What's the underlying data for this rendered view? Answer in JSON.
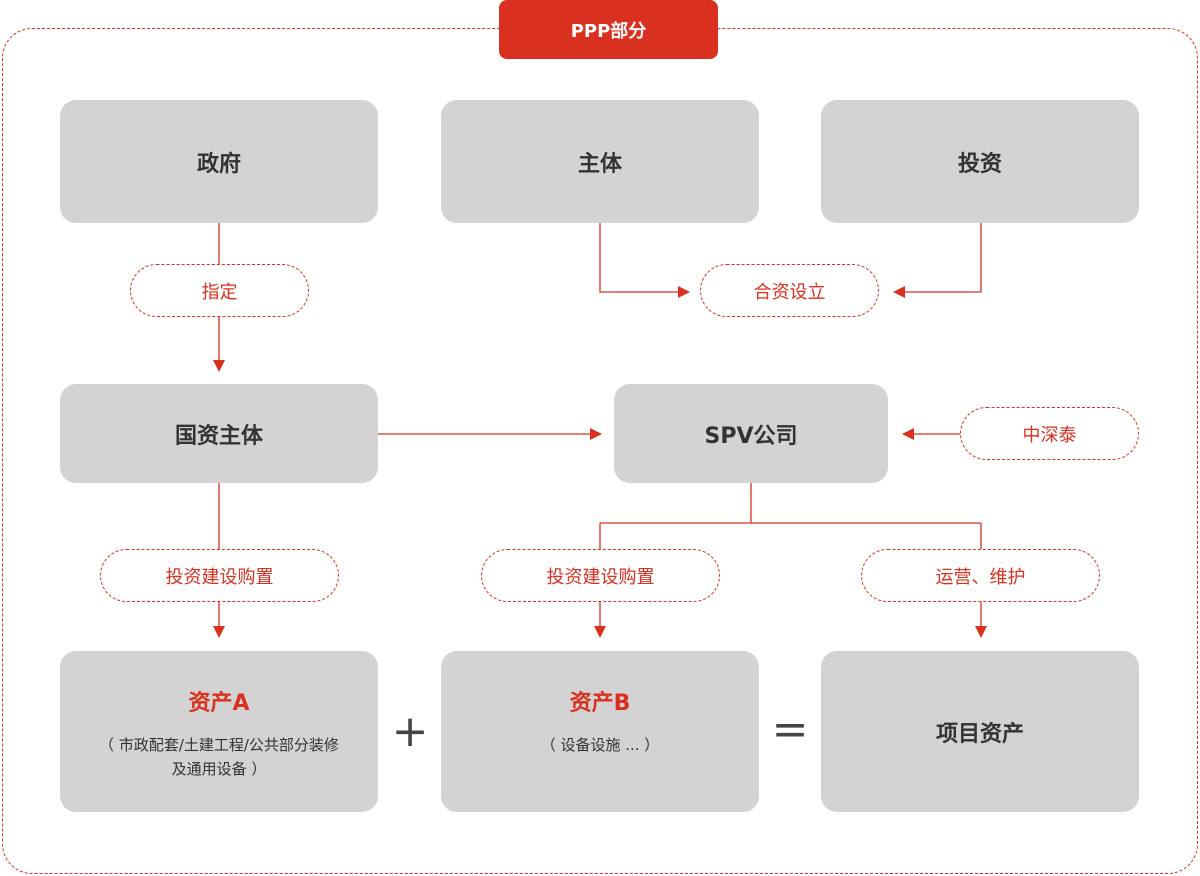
{
  "header": {
    "title": "PPP部分"
  },
  "nodes": {
    "government": "政府",
    "subject": "主体",
    "investment": "投资",
    "state_entity": "国资主体",
    "spv": "SPV公司",
    "asset_a": {
      "title": "资产A",
      "desc_line1": "（ 市政配套/土建工程/公共部分装修",
      "desc_line2": "及通用设备 ）"
    },
    "asset_b": {
      "title": "资产B",
      "desc": "（ 设备设施 ... ）"
    },
    "project_assets": "项目资产"
  },
  "labels": {
    "designate": "指定",
    "joint_venture": "合资设立",
    "zhongshentai": "中深泰",
    "invest_build_a": "投资建设购置",
    "invest_build_b": "投资建设购置",
    "operate_maintain": "运营、维护"
  },
  "operators": {
    "plus": "+",
    "equals": "="
  },
  "colors": {
    "accent": "#d9301f",
    "box": "#d3d3d3",
    "text": "#333333"
  }
}
